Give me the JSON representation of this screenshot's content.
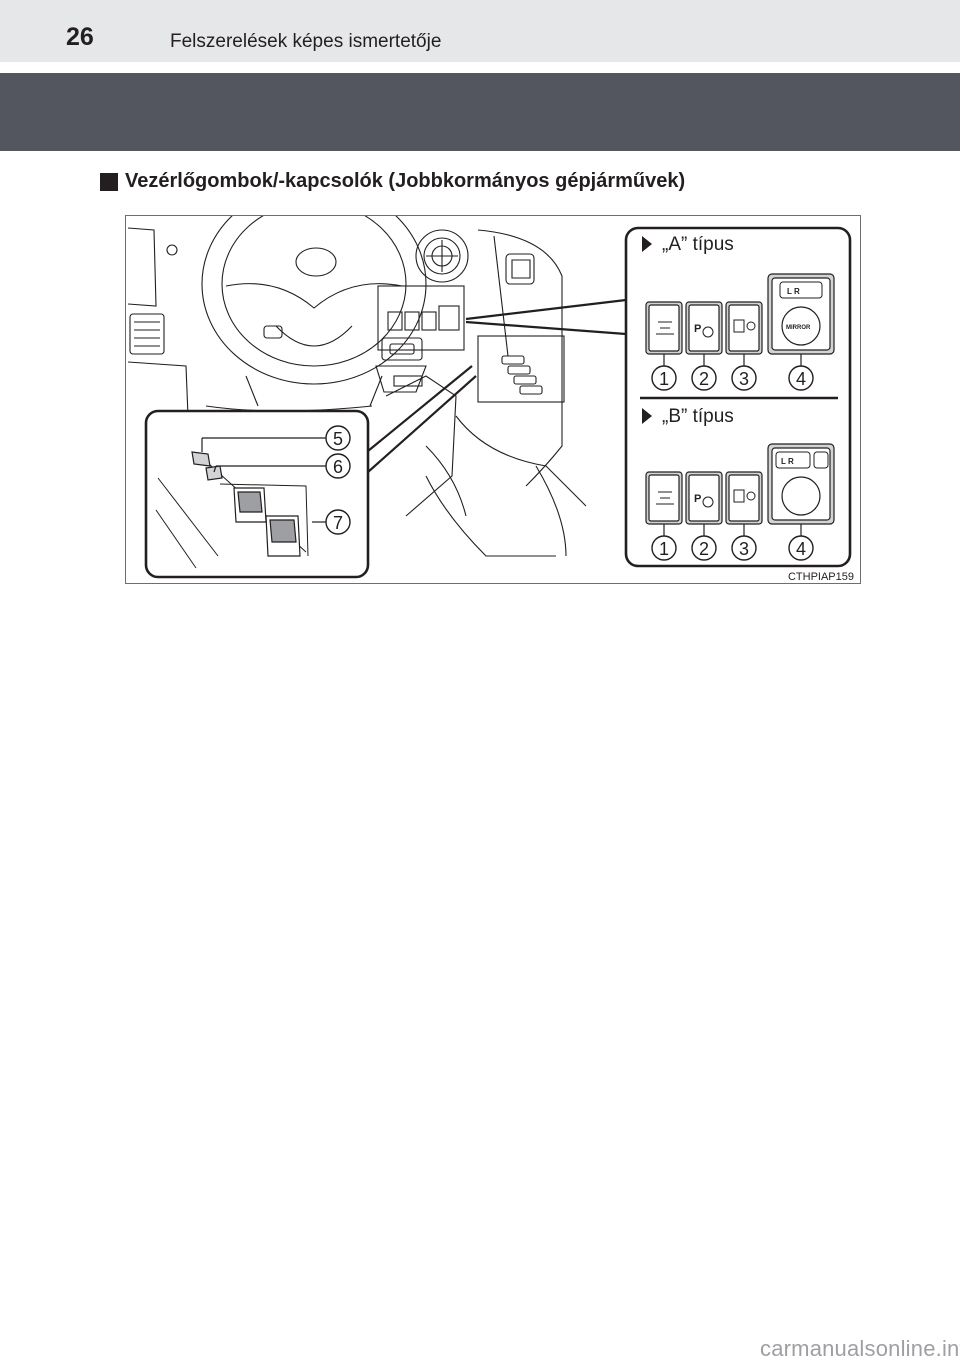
{
  "header": {
    "page_number": "26",
    "running_title": "Felszerelések képes ismertetője"
  },
  "section": {
    "heading": "Vezérlőgombok/-kapcsolók (Jobbkormányos gépjárművek)"
  },
  "figure": {
    "type_a_label": "„A” típus",
    "type_b_label": "„B” típus",
    "callouts_top": [
      "1",
      "2",
      "3",
      "4"
    ],
    "callouts_bottom": [
      "1",
      "2",
      "3",
      "4"
    ],
    "callouts_left": [
      "5",
      "6",
      "7"
    ],
    "mirror_lr_label": "L  R",
    "mirror_label": "MIRROR",
    "figure_code": "CTHPIAP159"
  },
  "footer": {
    "watermark": "carmanualsonline.info"
  },
  "colors": {
    "header_strip": "#e6e7e8",
    "dark_band": "#53565e",
    "line_art": "#231f20",
    "switch_fill": "#d1d3d4"
  }
}
